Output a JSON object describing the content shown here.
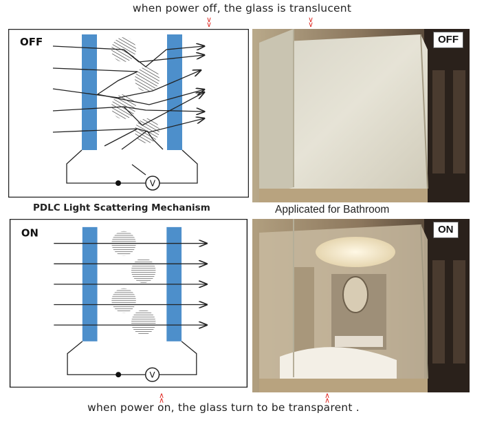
{
  "captions": {
    "top": "when power off, the glass is translucent",
    "bottom": "when power on, the glass turn to be transparent .",
    "diagram_title": "PDLC Light Scattering Mechanism",
    "photo_title": "Applicated for Bathroom"
  },
  "off_panel": {
    "label": "OFF"
  },
  "on_panel": {
    "label": "ON"
  },
  "off_photo": {
    "badge": "OFF"
  },
  "on_photo": {
    "badge": "ON"
  },
  "voltmeter_symbol": "V",
  "colors": {
    "electrode": "#4d8fcb",
    "marker": "#e0302a",
    "outline": "#222222"
  }
}
